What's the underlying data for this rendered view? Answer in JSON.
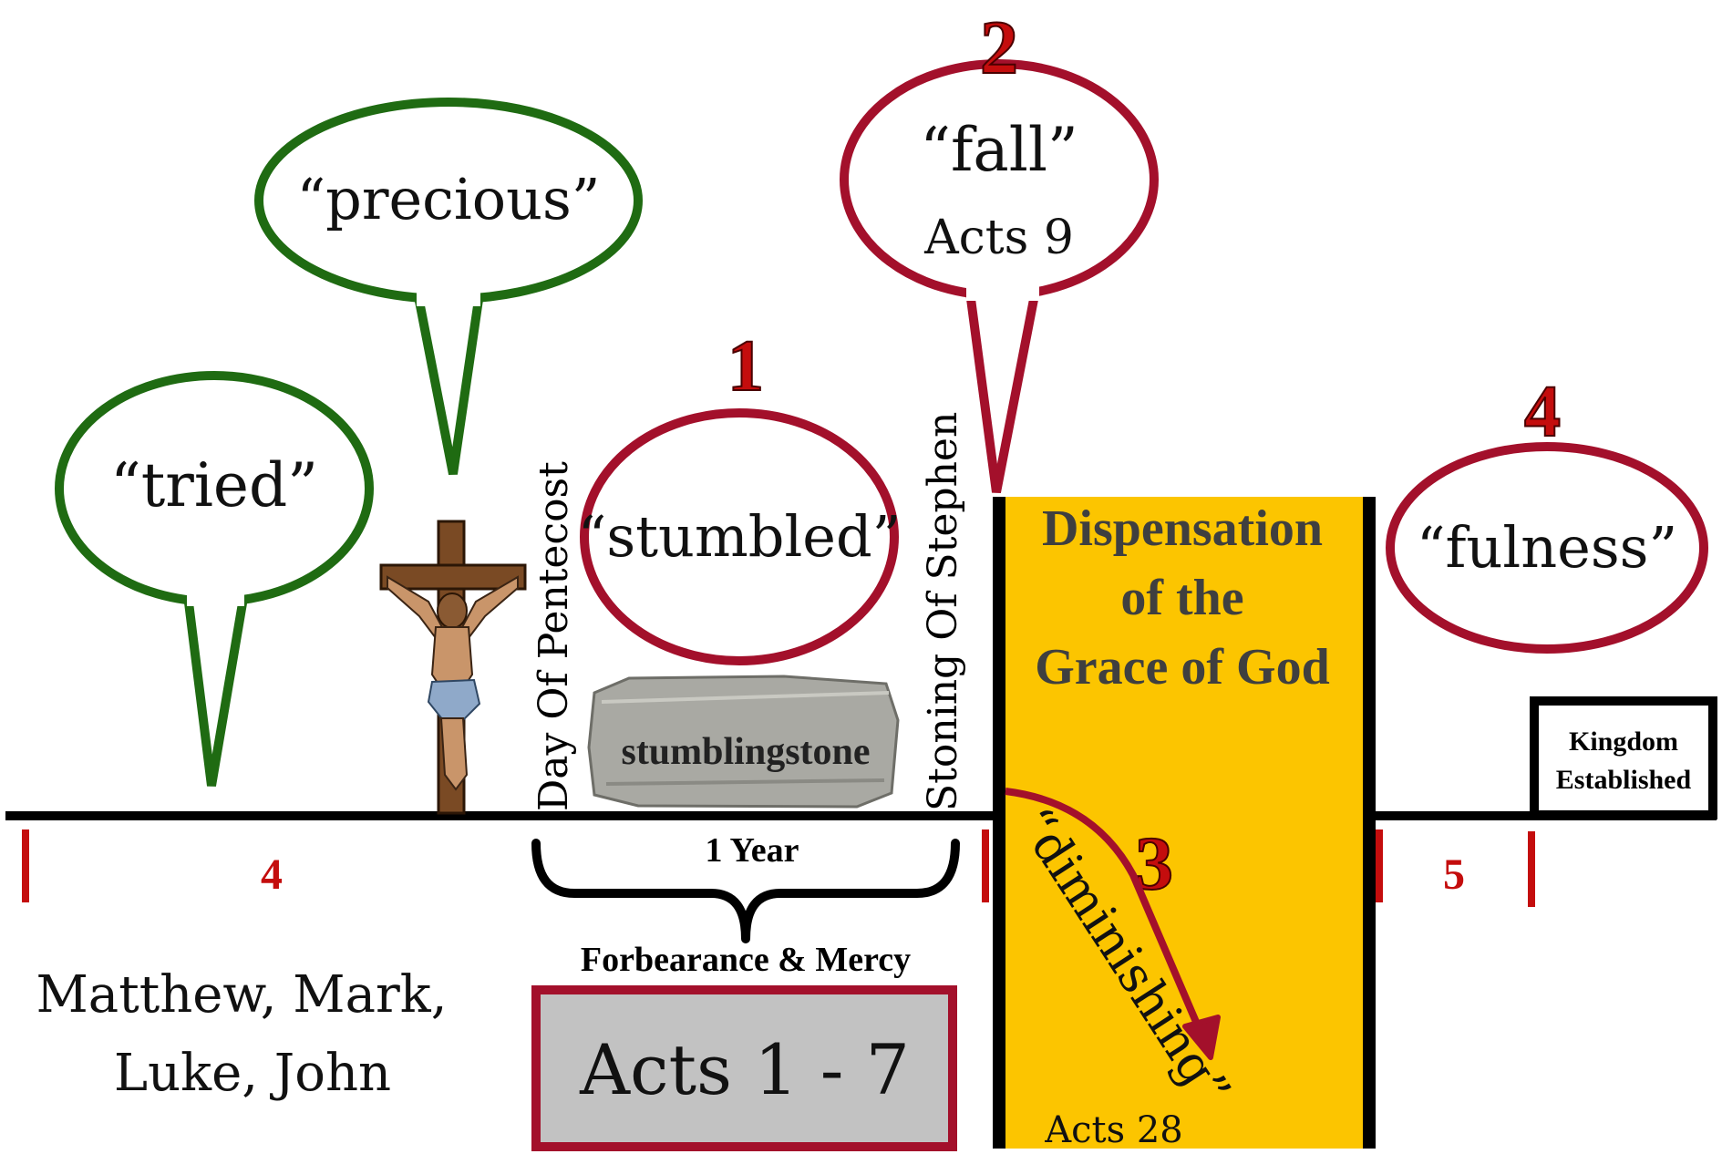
{
  "colors": {
    "green": "#1f6b12",
    "crimson": "#a3102b",
    "number_red": "#c40d0d",
    "gold": "#fcc500",
    "gold_text": "#3f3f3f",
    "stone": "#a9a9a3",
    "gray_box": "#c2c2c2",
    "black": "#000000"
  },
  "bubbles": {
    "tried": "“tried”",
    "precious": "“precious”",
    "stumbled": "“stumbled”",
    "fall": "“fall”",
    "fall_ref": "Acts 9",
    "fulness": "“fulness”"
  },
  "numbers": {
    "n1": "1",
    "n2": "2",
    "n3": "3",
    "n4": "4"
  },
  "timeline": {
    "seg_4": "4",
    "seg_5": "5",
    "day_of_pentecost": "Day Of Pentecost",
    "stoning_of_stephen": "Stoning Of Stephen",
    "stumblingstone": "stumblingstone",
    "one_year": "1 Year",
    "forbearance": "Forbearance & Mercy",
    "acts_1_7": "Acts 1 - 7",
    "gospels_line1": "Matthew, Mark,",
    "gospels_line2": "Luke, John"
  },
  "dispensation": {
    "line1": "Dispensation",
    "line2": "of the",
    "line3": "Grace of God",
    "diminishing": "“diminishing”",
    "acts_28": "Acts 28"
  },
  "kingdom": {
    "line1": "Kingdom",
    "line2": "Established"
  },
  "icons": {
    "crucifix": "crucifix-icon",
    "stone": "stone-icon",
    "brace": "curly-brace-icon",
    "arrow": "curved-arrow-icon"
  }
}
